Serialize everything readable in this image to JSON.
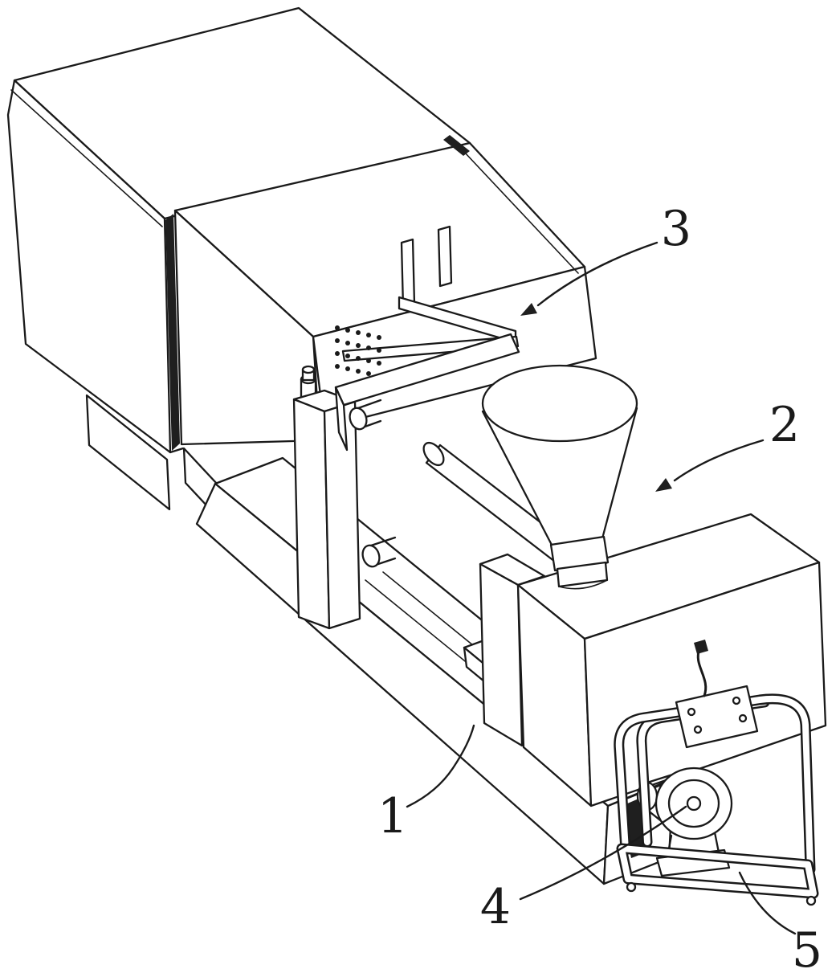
{
  "figure": {
    "background_color": "#ffffff",
    "ink_color": "#1a1a1a",
    "reference_labels": [
      {
        "text": "1"
      },
      {
        "text": "2"
      },
      {
        "text": "3"
      },
      {
        "text": "4"
      },
      {
        "text": "5"
      }
    ]
  }
}
